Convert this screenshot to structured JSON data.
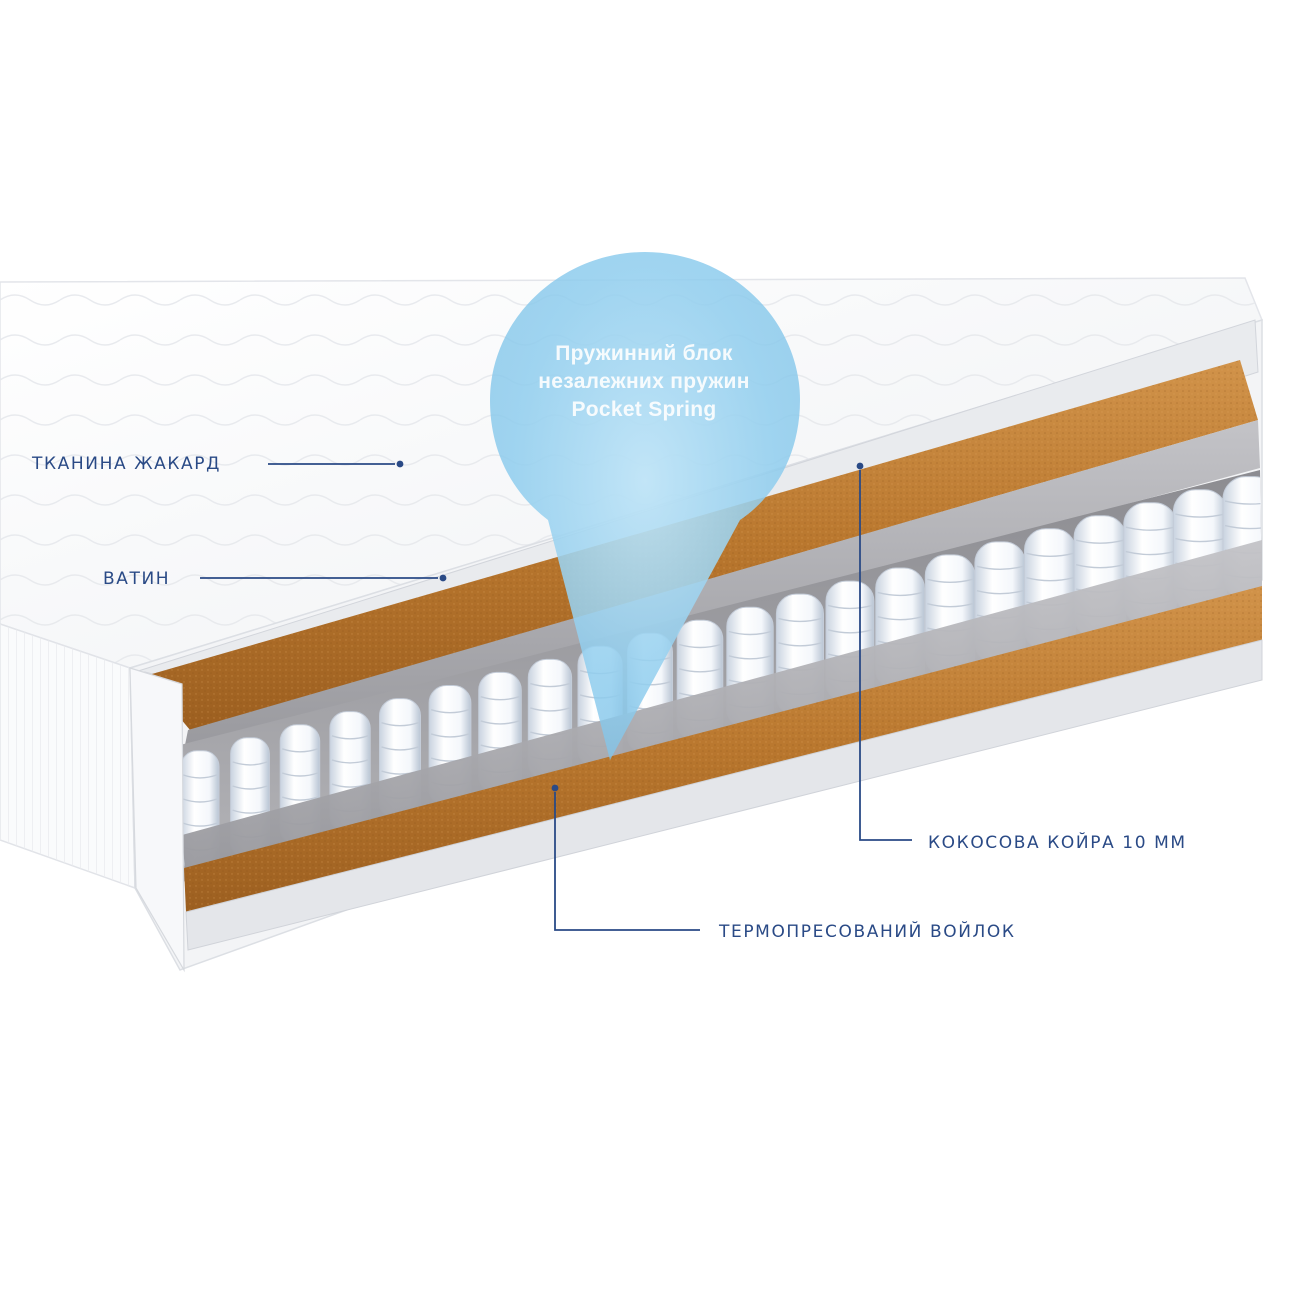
{
  "callouts": {
    "fabric": "ТКАНИНА ЖАКАРД",
    "batting": "ВАТИН",
    "coir": "КОКОСОВА КОЙРА 10 ММ",
    "felt": "ТЕРМОПРЕСОВАНИЙ ВОЙЛОК"
  },
  "bubble": {
    "line1": "Пружинний блок",
    "line2": "незалежних пружин",
    "line3": "Pocket Spring"
  },
  "colors": {
    "label_text": "#2a4a86",
    "leader_line": "#2a4a86",
    "coir_layer": "#b9772e",
    "felt_layer": "#a9a9ad",
    "bubble": "#8fcdee",
    "spring": "#ffffff"
  }
}
